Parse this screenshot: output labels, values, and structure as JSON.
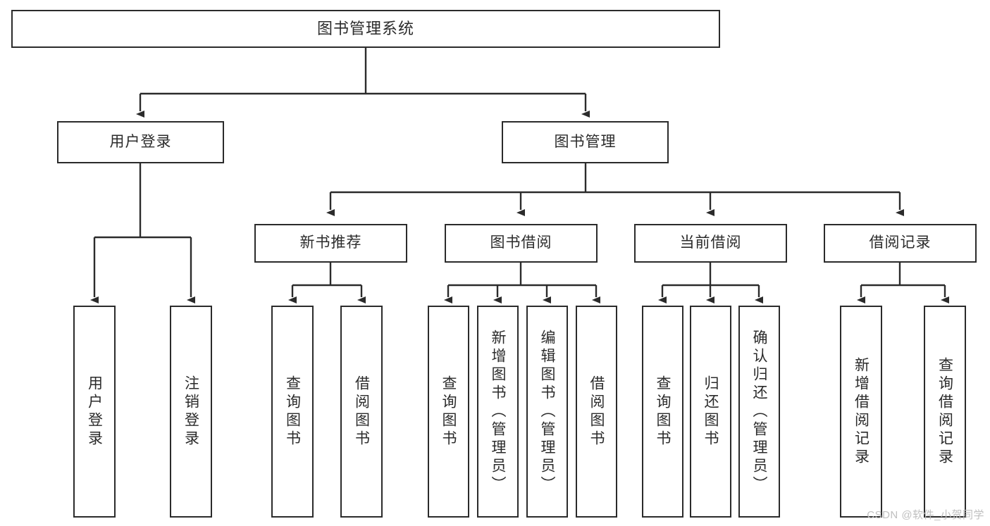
{
  "diagram": {
    "type": "tree",
    "title": "图书管理系统",
    "watermark": "CSDN @软件_小贺同学",
    "colors": {
      "background": "#ffffff",
      "stroke": "#2b2b2b",
      "node_fill": "#ffffff",
      "text": "#2b2b2b",
      "watermark": "#bfbfbf"
    },
    "nodes": {
      "root": {
        "label": "图书管理系统"
      },
      "level1": [
        {
          "label": "用户登录"
        },
        {
          "label": "图书管理"
        }
      ],
      "level2": [
        {
          "label": "新书推荐"
        },
        {
          "label": "图书借阅"
        },
        {
          "label": "当前借阅"
        },
        {
          "label": "借阅记录"
        }
      ],
      "leaves": {
        "user_login": [
          {
            "label": "用户登录"
          },
          {
            "label": "注销登录"
          }
        ],
        "new_book": [
          {
            "label": "查询图书"
          },
          {
            "label": "借阅图书"
          }
        ],
        "book_borrow": [
          {
            "label": "查询图书"
          },
          {
            "label": "新增图书（管理员）"
          },
          {
            "label": "编辑图书（管理员）"
          },
          {
            "label": "借阅图书"
          }
        ],
        "current_borrow": [
          {
            "label": "查询图书"
          },
          {
            "label": "归还图书"
          },
          {
            "label": "确认归还（管理员）"
          }
        ],
        "borrow_record": [
          {
            "label": "新增借阅记录"
          },
          {
            "label": "查询借阅记录"
          }
        ]
      }
    }
  }
}
